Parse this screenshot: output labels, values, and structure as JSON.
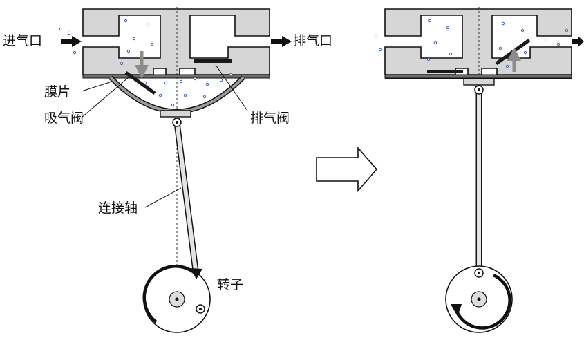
{
  "labels": {
    "inlet": "进气口",
    "outlet": "排气口",
    "diaphragm": "膜片",
    "intake_valve": "吸气阀",
    "exhaust_valve": "排气阀",
    "connecting_rod": "连接轴",
    "rotor": "转子"
  },
  "colors": {
    "body_fill": "#d6d6d6",
    "stroke": "#111111",
    "plate": "#6e6e6e",
    "valve": "#1a1a1a",
    "flow_arrow": "#8c8c8c",
    "gas_dot": "#3a63b8",
    "rod_fill": "#e4e4e4"
  },
  "icons": {
    "transition_arrow": "outline-right-arrow",
    "rotation_arrow": "curved-rotation-arrow",
    "flow_arrow": "solid-arrow"
  }
}
